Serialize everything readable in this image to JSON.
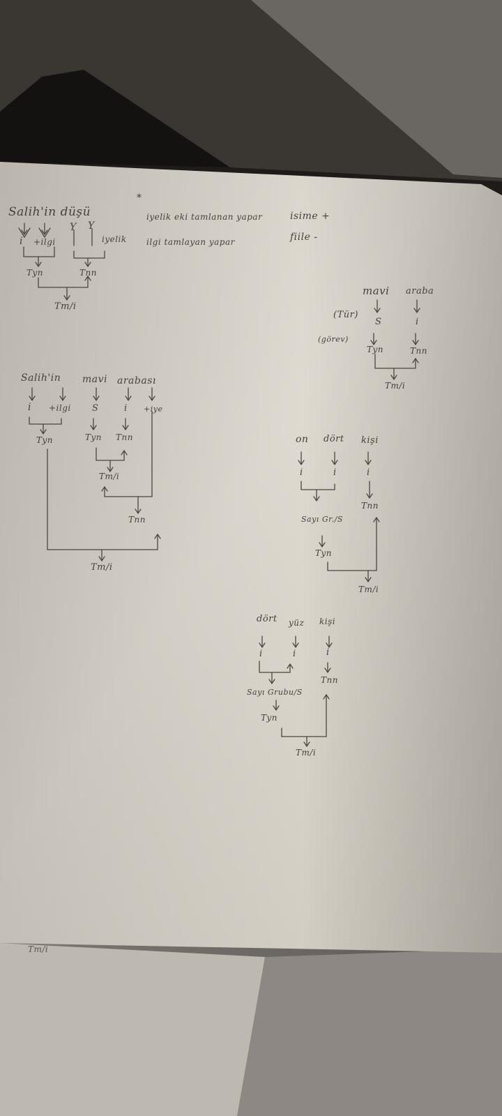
{
  "header": {
    "phrase": "Salih'in düşü",
    "star": "*",
    "note_1": "iyelik eki tamlanan yapar",
    "note_2": "ilgi tamlayan yapar",
    "note_3": "isime +",
    "note_4": "fiile -"
  },
  "tree_1": {
    "w1_i": "i",
    "w1_suffix": "+ilgi",
    "w2_y1": "Y",
    "w2_y2": "Y",
    "w2_suffix": "iyelik",
    "tyn": "Tyn",
    "tnn": "Tnn",
    "root": "Tm/i"
  },
  "tree_2": {
    "word_1": "mavi",
    "word_2": "araba",
    "label_tur": "(Tür)",
    "label_gorev": "(görev)",
    "w1_s": "S",
    "w2_i": "i",
    "tyn": "Tyn",
    "tnn": "Tnn",
    "root": "Tm/i"
  },
  "tree_3": {
    "word_1": "Salih'in",
    "word_2": "mavi",
    "word_3": "arabası",
    "w1_i": "i",
    "w1_suffix": "+ilgi",
    "w2_s": "S",
    "w3_i": "i",
    "w3_suffix": "+iye",
    "tyn_outer": "Tyn",
    "tyn_inner": "Tyn",
    "tnn_inner": "Tnn",
    "root_inner": "Tm/i",
    "tnn_outer": "Tnn",
    "root": "Tm/i"
  },
  "tree_4": {
    "word_1": "on",
    "word_2": "dört",
    "word_3": "kişi",
    "w1_i": "i",
    "w2_i": "i",
    "w3_i": "i",
    "group": "Sayı Gr./S",
    "tyn": "Tyn",
    "tnn": "Tnn",
    "root": "Tm/i"
  },
  "tree_5": {
    "word_1": "dört",
    "word_2": "yüz",
    "word_3": "kişi",
    "w1_i": "i",
    "w2_i": "i",
    "w3_i": "i",
    "group": "Sayı Grubu/S",
    "tyn": "Tyn",
    "tnn": "Tnn",
    "root": "Tm/i"
  },
  "underpage": {
    "fragment": "Tm/i"
  },
  "colors": {
    "paper": "#ddd8cf",
    "ink": "#47413a",
    "background": "#1e1b18"
  }
}
